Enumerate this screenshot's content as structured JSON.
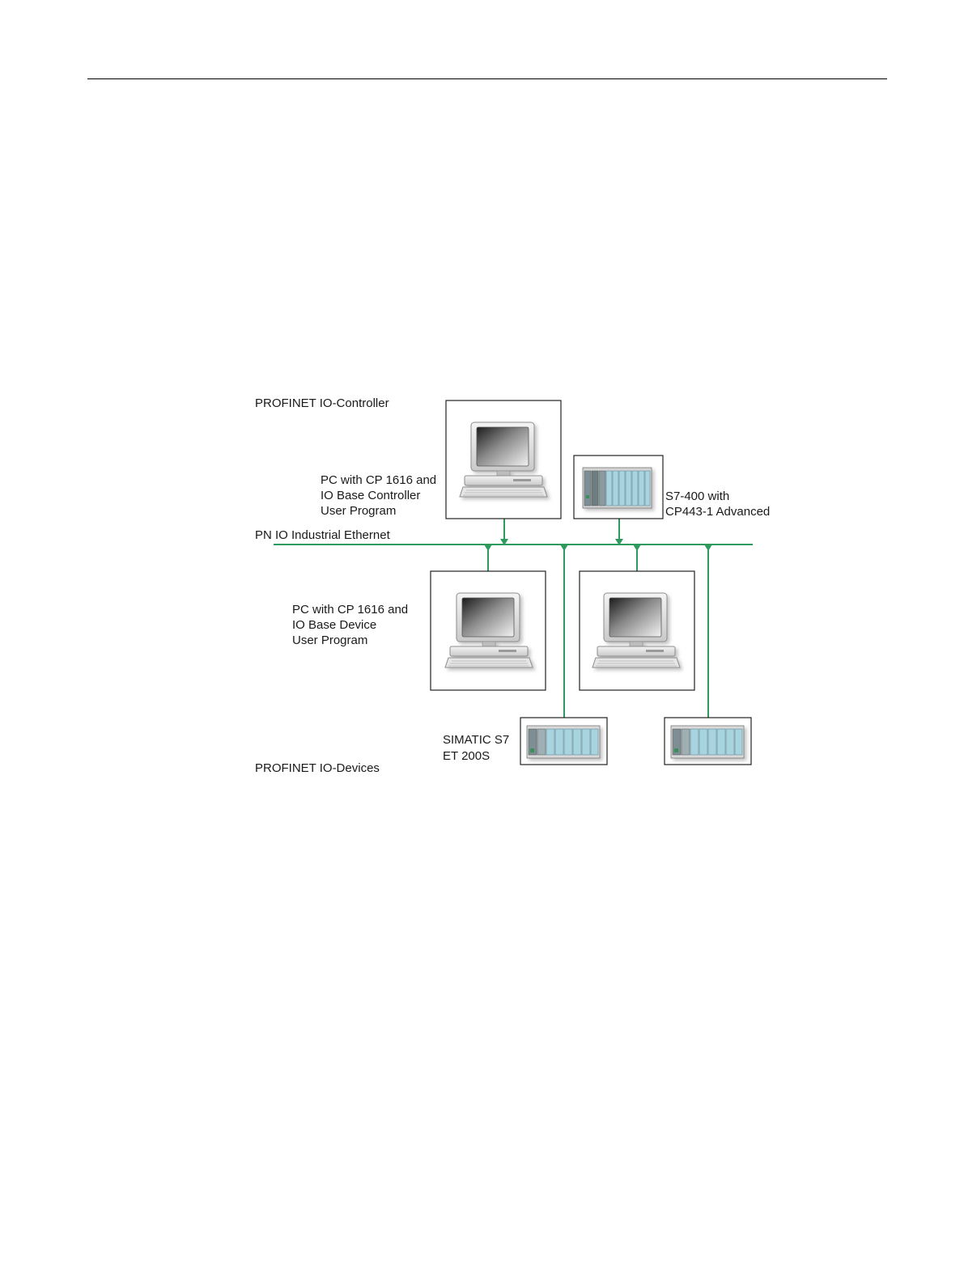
{
  "diagram": {
    "labels": {
      "controller_group": "PROFINET IO-Controller",
      "devices_group": "PROFINET IO-Devices",
      "network": "PN IO Industrial Ethernet",
      "pc_controller": [
        "PC with CP 1616 and",
        "IO Base Controller",
        "User Program"
      ],
      "s7_400": [
        "S7-400 with",
        "CP443-1 Advanced"
      ],
      "pc_device": [
        "PC with CP 1616 and",
        "IO Base Device",
        "User Program"
      ],
      "et200s": [
        "SIMATIC S7",
        "ET 200S"
      ]
    },
    "nodes": [
      {
        "id": "pc-controller",
        "type": "pc",
        "role": "controller"
      },
      {
        "id": "s7-400",
        "type": "rack",
        "role": "controller"
      },
      {
        "id": "pc-device",
        "type": "pc",
        "role": "device"
      },
      {
        "id": "pc-device-2",
        "type": "pc",
        "role": "device"
      },
      {
        "id": "et200s-1",
        "type": "et200s",
        "role": "device"
      },
      {
        "id": "et200s-2",
        "type": "et200s",
        "role": "device"
      }
    ],
    "edges": [
      {
        "from": "pc-controller",
        "to": "network"
      },
      {
        "from": "s7-400",
        "to": "network"
      },
      {
        "from": "pc-device",
        "to": "network"
      },
      {
        "from": "pc-device-2",
        "to": "network"
      },
      {
        "from": "et200s-1",
        "to": "network"
      },
      {
        "from": "et200s-2",
        "to": "network"
      }
    ],
    "colors": {
      "network_line": "#2e9a5e",
      "box_border": "#222222",
      "rack_module": "#a8d4e0"
    }
  }
}
